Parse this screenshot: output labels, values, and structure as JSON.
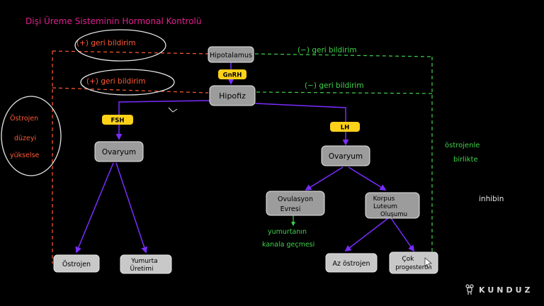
{
  "title": "Dişi Üreme Sisteminin Hormonal Kontrolü",
  "nodes": {
    "hipotalamus": "Hipotalamus",
    "hipofiz": "Hipofiz",
    "ovaryum_left": "Ovaryum",
    "ovaryum_right": "Ovaryum",
    "ostrojen": "Östrojen",
    "yumurta_line1": "Yumurta",
    "yumurta_line2": "Üretimi",
    "ovulasyon_line1": "Ovulasyon",
    "ovulasyon_line2": "Evresi",
    "korpus_line1": "Korpus",
    "korpus_line2": "Luteum",
    "korpus_line3": "Oluşumu",
    "az_ostrojen": "Az östrojen",
    "cok_line1": "Çok",
    "cok_line2": "progesteron"
  },
  "badges": {
    "gnrh": "GnRH",
    "fsh": "FSH",
    "lh": "LH"
  },
  "notes": {
    "pos_feedback_1": "(+) geri bildirim",
    "pos_feedback_2": "(+) geri bildirim",
    "neg_feedback_1": "(−) geri bildirim",
    "neg_feedback_2": "(−) geri bildirim",
    "estrogen_line1": "Östrojen",
    "estrogen_line2": "düzeyi",
    "estrogen_line3": "yükselse",
    "estrogen_with_line1": "östrojenle",
    "estrogen_with_line2": "birlikte",
    "inhibin": "inhibin",
    "egg_line1": "yumurtanın",
    "egg_line2": "kanala geçmesi",
    "brand": "KUNDUZ"
  },
  "colors": {
    "background": "#000000",
    "title": "#e0208f",
    "positive_feedback": "#ff5a36",
    "negative_feedback": "#3fd24a",
    "flow_arrow": "#7a2cff",
    "node_fill": "#9c9c9c",
    "node_fill_light": "#c8c8c8",
    "badge_fill": "#ffd21a",
    "inhibin_text": "#e6e6e6"
  },
  "icons": {
    "cursor": "cursor-arrow-icon",
    "logo": "beaver-logo-icon"
  }
}
